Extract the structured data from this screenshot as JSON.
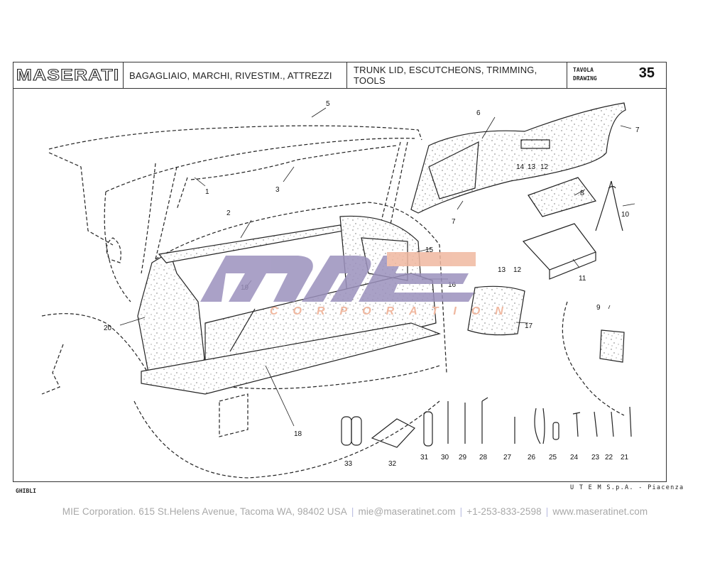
{
  "header": {
    "brand": "MASERATI",
    "title_it": "BAGAGLIAIO, MARCHI, RIVESTIM., ATTREZZI",
    "title_en": "TRUNK LID, ESCUTCHEONS, TRIMMING, TOOLS",
    "drawing_label_it": "TAVOLA",
    "drawing_label_en": "DRAWING",
    "drawing_number": "35"
  },
  "diagram": {
    "callouts": [
      "1",
      "2",
      "3",
      "5",
      "6",
      "7",
      "7",
      "8",
      "9",
      "10",
      "11",
      "12",
      "12",
      "13",
      "13",
      "14",
      "15",
      "16",
      "17",
      "18",
      "19",
      "20",
      "21",
      "22",
      "23",
      "24",
      "25",
      "26",
      "27",
      "28",
      "29",
      "30",
      "31",
      "32",
      "33"
    ]
  },
  "footer_left": "GHIBLI",
  "footer_right": "U T E M  S.p.A. - Piacenza",
  "watermark": {
    "logo": "mie",
    "subtitle": "CORPORATION",
    "color_primary": "#9b91bd",
    "color_accent": "#f0b8a0"
  },
  "contact": {
    "address": "MIE Corporation. 615 St.Helens Avenue, Tacoma WA, 98402 USA",
    "email": "mie@maseratinet.com",
    "phone": "+1-253-833-2598",
    "website": "www.maseratinet.com"
  }
}
